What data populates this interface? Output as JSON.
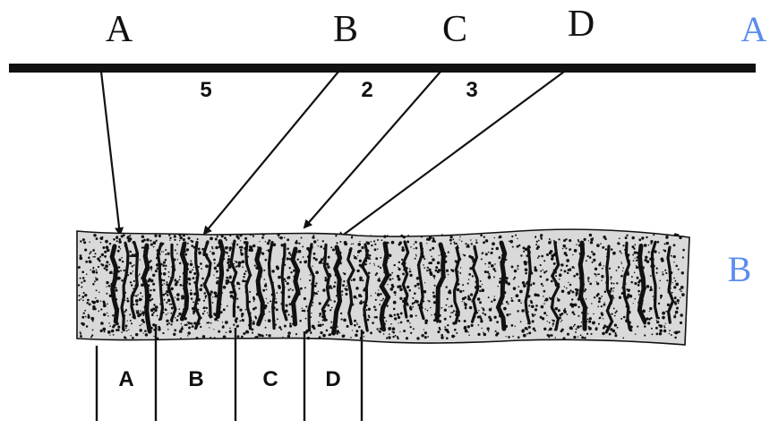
{
  "diagram": {
    "top_labels": [
      "A",
      "B",
      "C",
      "D"
    ],
    "panel_labels": {
      "top": "A",
      "bottom": "B"
    },
    "arrow_numbers": [
      "5",
      "2",
      "3"
    ],
    "zone_labels": [
      "A",
      "B",
      "C",
      "D"
    ],
    "colors": {
      "ink": "#111111",
      "panel_label": "#5b8def",
      "background": "#ffffff"
    }
  }
}
